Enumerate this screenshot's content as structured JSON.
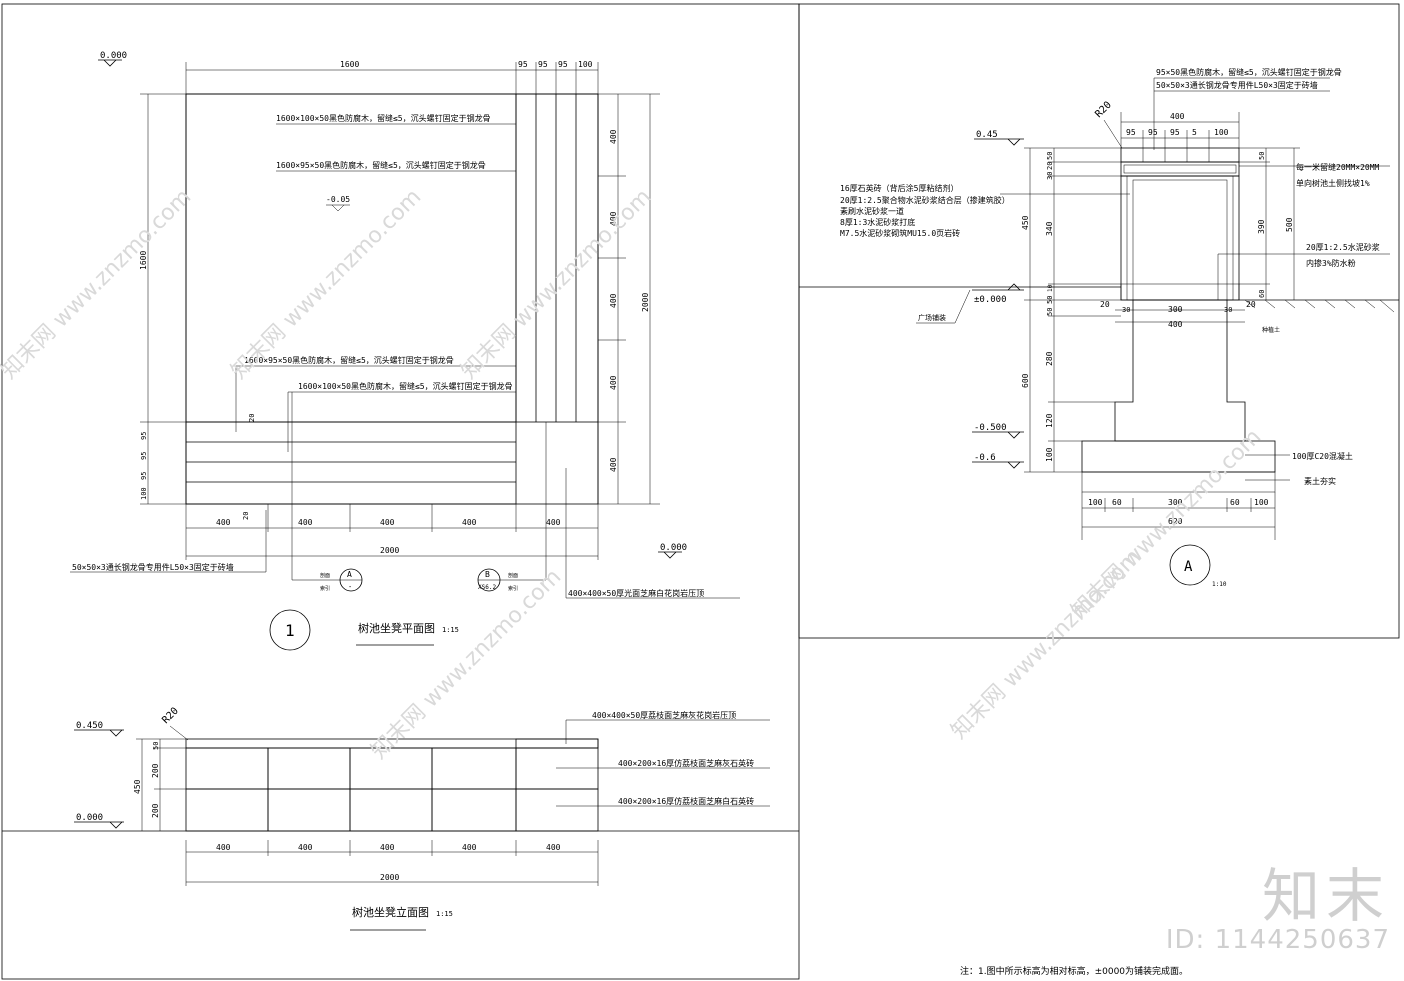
{
  "plan": {
    "title": "树池坐凳平面图",
    "scale": "1:15",
    "callout_number": "1",
    "elev_000": "0.000",
    "elev_005": "-0.05",
    "dim_top_1600": "1600",
    "dim_top_95_1": "95",
    "dim_top_95_2": "95",
    "dim_top_95_3": "95",
    "dim_top_100": "100",
    "dim_left_1600": "1600",
    "dim_left_100": "100",
    "dim_left_95_1": "95",
    "dim_left_95_2": "95",
    "dim_left_95_3": "95",
    "dim_right_400s": [
      "400",
      "400",
      "400",
      "400",
      "400"
    ],
    "dim_right_2000": "2000",
    "dim_bottom_400s": [
      "400",
      "400",
      "400",
      "400",
      "400"
    ],
    "dim_bottom_2000": "2000",
    "dim_20_a": "20",
    "dim_20_b": "20",
    "label_1": "1600×100×50黑色防腐木，留缝≤5，沉头螺钉固定于钢龙骨",
    "label_2": "1600×95×50黑色防腐木，留缝≤5，沉头螺钉固定于钢龙骨",
    "label_3": "1600×95×50黑色防腐木，留缝≤5，沉头螺钉固定于钢龙骨",
    "label_4": "1600×100×50黑色防腐木，留缝≤5，沉头螺钉固定于钢龙骨",
    "label_steel": "50×50×3通长钢龙骨专用件L50×3固定于砖墙",
    "label_granite": "400×400×50厚光面芝麻白花岗岩压顶",
    "section_a": "A",
    "section_a_sub": "-",
    "section_b": "B",
    "section_b_sub": "XS6.2",
    "side_a1": "剖面",
    "side_a2": "索引",
    "side_b1": "剖面",
    "side_b2": "索引",
    "elev_right": "0.000"
  },
  "elevation": {
    "title": "树池坐凳立面图",
    "scale": "1:15",
    "r20": "R20",
    "elev_0450": "0.450",
    "elev_0000": "0.000",
    "dim_50": "50",
    "dim_200a": "200",
    "dim_200b": "200",
    "dim_450": "450",
    "dim_400s": [
      "400",
      "400",
      "400",
      "400",
      "400"
    ],
    "dim_2000": "2000",
    "label_top": "400×400×50厚荔枝面芝麻灰花岗岩压顶",
    "label_mid": "400×200×16厚仿荔枝面芝麻灰石英砖",
    "label_bot": "400×200×16厚仿荔枝面芝麻白石英砖"
  },
  "section": {
    "callout": "A",
    "scale": "1:10",
    "r20": "R20",
    "top_note_1": "95×50黑色防腐木，留缝≤5，沉头螺钉固定于钢龙骨",
    "top_note_2": "50×50×3通长钢龙骨专用件L50×3固定于砖墙",
    "dim_400_top": "400",
    "dim_95s": [
      "95",
      "95",
      "95",
      "5",
      "100"
    ],
    "elev_045": "0.45",
    "elev_pm0": "±0.000",
    "elev_0500": "-0.500",
    "elev_06": "-0.6",
    "left_notes": [
      "16厚石英砖（背后涂5厚粘结剂）",
      "20厚1:2.5聚合物水泥砂浆结合层（掺建筑胶）",
      "素刷水泥砂浆一道",
      "8厚1:3水泥砂浆打底",
      "M7.5水泥砂浆砌筑MU15.0页岩砖"
    ],
    "dims_left": [
      "20",
      "30",
      "50",
      "340",
      "450",
      "10",
      "50",
      "50",
      "280",
      "120",
      "100",
      "600"
    ],
    "right_note_1a": "每一米留缝20MM×20MM",
    "right_note_1b": "单向树池土侧找坡1%",
    "right_note_2a": "20厚1:2.5水泥砂浆",
    "right_note_2b": "内掺3%防水粉",
    "dim_r_50": "50",
    "dim_r_390": "390",
    "dim_r_500": "500",
    "dim_r_60": "60",
    "dim_20l": "20",
    "dim_30l": "30",
    "dim_300": "300",
    "dim_30r": "30",
    "dim_20r": "20",
    "dim_400_mid": "400",
    "plaza": "广场铺装",
    "soil": "种植土",
    "concrete": "100厚C20混凝土",
    "compact": "素土夯实",
    "dim_bottom": [
      "100",
      "60",
      "300",
      "60",
      "100"
    ],
    "dim_620": "620"
  },
  "note": "注：1.图中所示标高为相对标高，±0000为铺装完成面。",
  "brand": {
    "logo": "知末",
    "id": "ID: 1144250637",
    "watermark": "知末网 www.znzmo.com"
  }
}
